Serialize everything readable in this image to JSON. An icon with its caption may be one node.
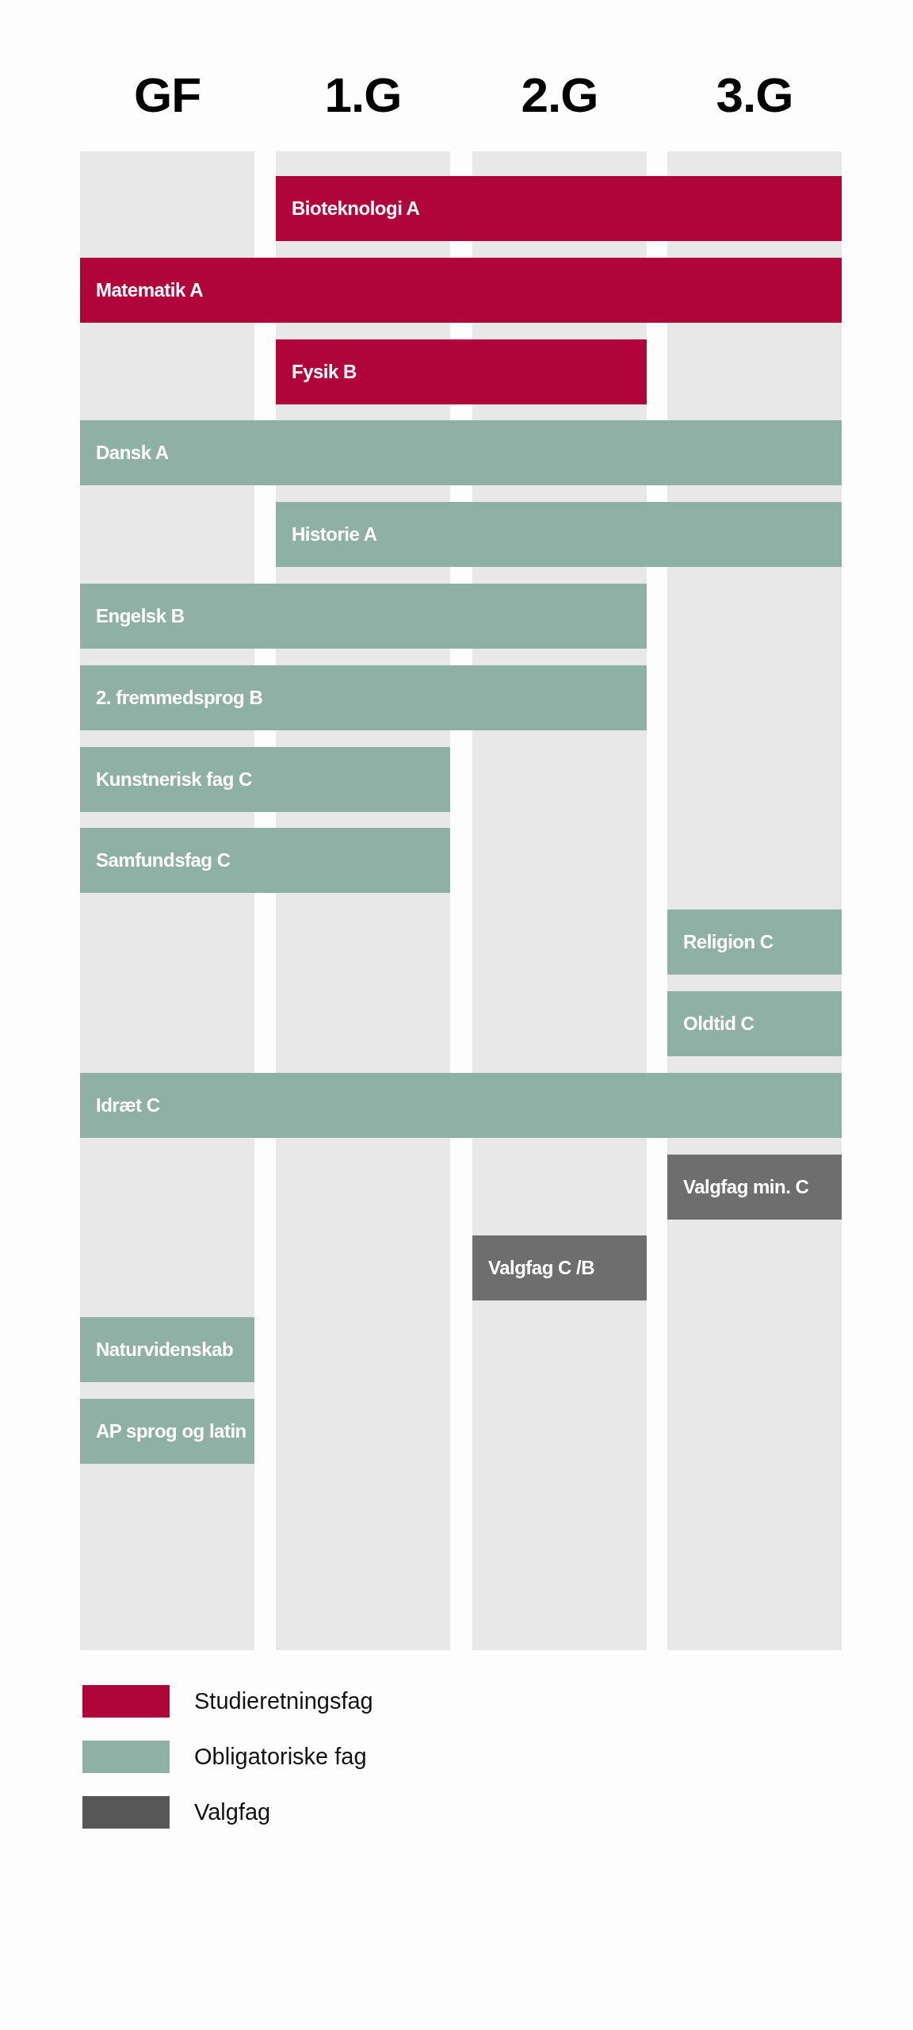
{
  "diagram": {
    "nodes": [
      {
        "text": [
          "GF"
        ]
      },
      {
        "text": [
          "1.G"
        ]
      },
      {
        "text": [
          "2.G"
        ]
      },
      {
        "text": [
          "3.G"
        ]
      },
      {
        "text": [
          "Bioteknologi A"
        ]
      },
      {
        "text": [
          "Matematik A"
        ]
      },
      {
        "text": [
          "Fysik B"
        ]
      },
      {
        "text": [
          "Dansk A"
        ]
      },
      {
        "text": [
          "Historie A"
        ]
      },
      {
        "text": [
          "Engelsk B"
        ]
      },
      {
        "text": [
          "2. fremmedsprog B"
        ]
      },
      {
        "text": [
          "Kunstnerisk fag C"
        ]
      },
      {
        "text": [
          "Samfundsfag C"
        ]
      },
      {
        "text": [
          "Religion C"
        ],
        "in": 3
      },
      {
        "text": [
          "Oldtid C"
        ],
        "in": 3
      },
      {
        "text": [
          "Idræt C"
        ]
      },
      {
        "text": [
          "Valgfag min. C"
        ],
        "in": 3
      },
      {
        "text": [
          "Valgfag C /B"
        ],
        "in": 2
      },
      {
        "text": [
          "Naturvidenskab"
        ],
        "in": 0
      },
      {
        "text": [
          "AP sprog og latin"
        ],
        "in": 0
      }
    ],
    "edges": [],
    "legend": [
      {
        "text": "Studieretningsfag",
        "color": "#b0043b"
      },
      {
        "text": "Obligatoriske fag",
        "color": "#8eb0a5"
      },
      {
        "text": "Valgfag",
        "color": "#575757"
      }
    ]
  }
}
